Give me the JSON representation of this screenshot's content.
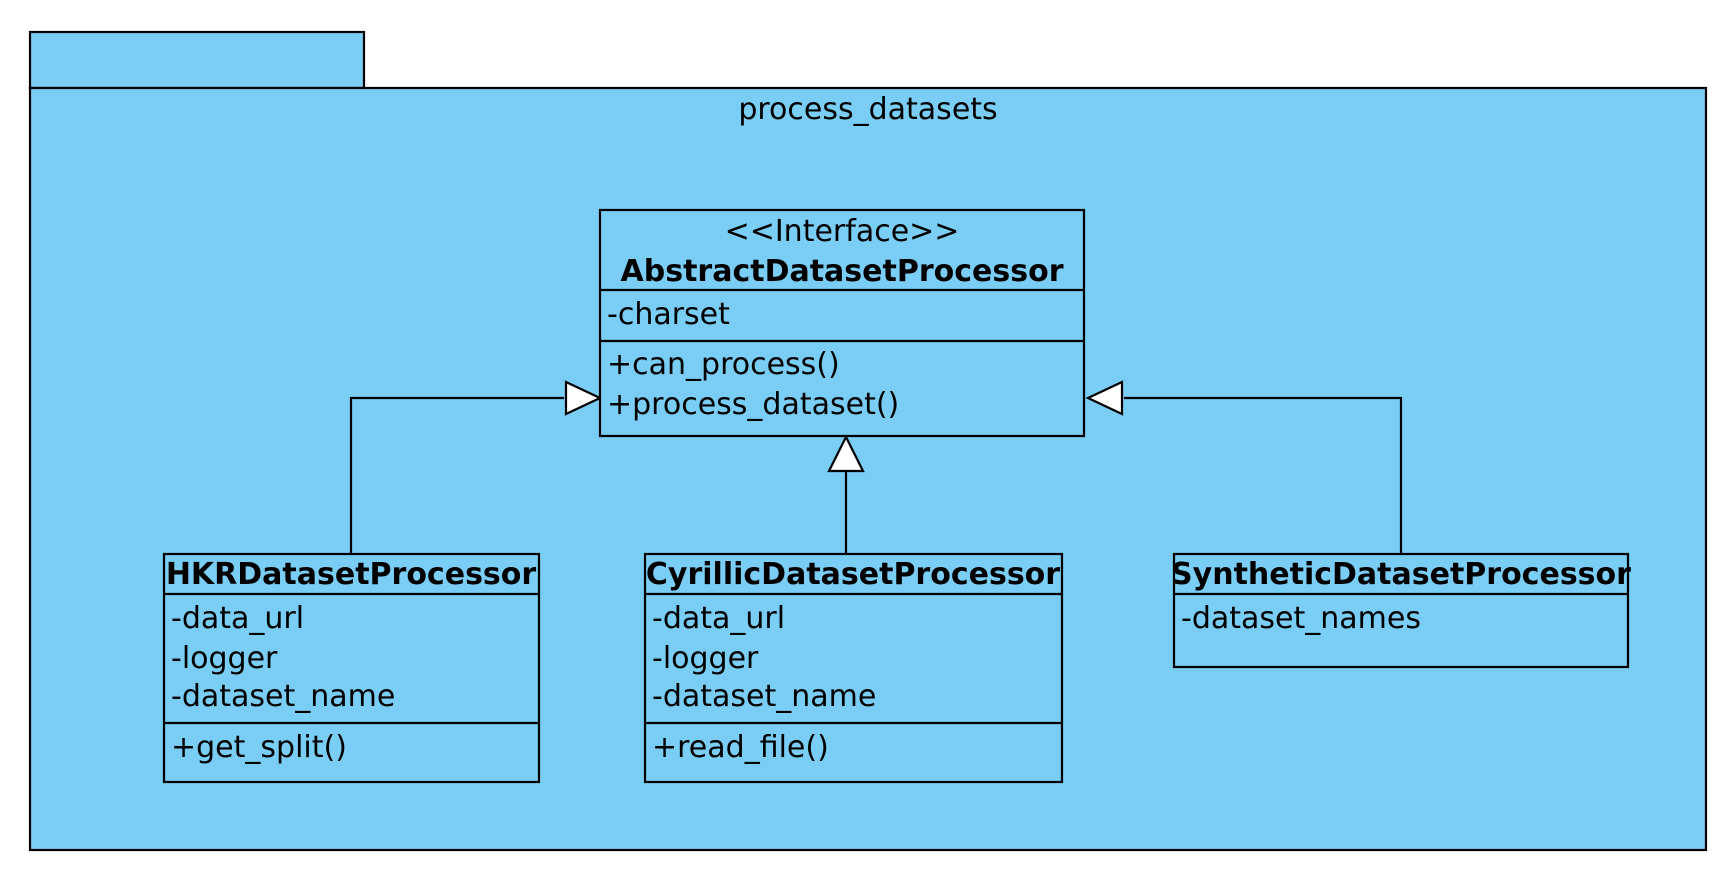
{
  "package": {
    "name": "process_datasets"
  },
  "colors": {
    "fill": "#7ACDF4",
    "stroke": "#000000",
    "arrow_fill": "#FFFFFF"
  },
  "classes": {
    "abstract": {
      "stereotype": "<<Interface>>",
      "name": "AbstractDatasetProcessor",
      "attributes": [
        "-charset"
      ],
      "methods": [
        "+can_process()",
        "+process_dataset()"
      ]
    },
    "hkr": {
      "name": "HKRDatasetProcessor",
      "attributes": [
        "-data_url",
        "-logger",
        "-dataset_name"
      ],
      "methods": [
        "+get_split()"
      ]
    },
    "cyrillic": {
      "name": "CyrillicDatasetProcessor",
      "attributes": [
        "-data_url",
        "-logger",
        "-dataset_name"
      ],
      "methods": [
        "+read_file()"
      ]
    },
    "synthetic": {
      "name": "SyntheticDatasetProcessor",
      "attributes": [
        "-dataset_names"
      ],
      "methods": []
    }
  },
  "relations": [
    {
      "type": "realization",
      "from": "HKRDatasetProcessor",
      "to": "AbstractDatasetProcessor"
    },
    {
      "type": "realization",
      "from": "CyrillicDatasetProcessor",
      "to": "AbstractDatasetProcessor"
    },
    {
      "type": "realization",
      "from": "SyntheticDatasetProcessor",
      "to": "AbstractDatasetProcessor"
    }
  ]
}
